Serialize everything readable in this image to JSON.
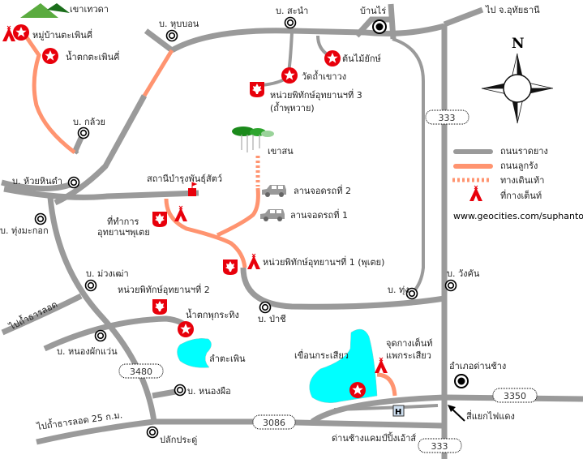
{
  "title": "แผนที่อุทยานแห่งชาติพุเตย",
  "colors": {
    "paved_road": "#9a9a9a",
    "dirt_road": "#ff9470",
    "marker_red": "#e8000b",
    "water": "#00ffff"
  },
  "legend": {
    "paved": "ถนนราดยาง",
    "dirt": "ถนนลูกรัง",
    "trail": "ทางเดินเท้า",
    "camp": "ที่กางเต็นท์"
  },
  "url": "www.geocities.com/suphantown",
  "compass": {
    "north": "N"
  },
  "route_badges": {
    "r333_top": "333",
    "r333_bottom": "333",
    "r3480": "3480",
    "r3086": "3086",
    "r3350": "3350"
  },
  "labels": {
    "khao_thewada": "เขาเทวดา",
    "mu_ban_taphoen": "หมู่บ้านตะเพินคี่",
    "waterfall_taphoen": "น้ำตกตะเพินคี่",
    "ban_hupbon": "บ. หุบบอน",
    "ban_sanam": "บ. สะนำ",
    "ban_rai": "บ้านไร่",
    "to_uthai": "ไป จ.อุทัยธานี",
    "giant_tree": "ต้นไม้ยักษ์",
    "wat_tham_khao_wong": "วัดถ้ำเขาวง",
    "ranger_3": "หน่วยพิทักษ์อุทยานฯที่ 3",
    "ranger_3_sub": "(ถ้ำพุหวาย)",
    "ban_kluai": "บ. กล้วย",
    "khao_son": "เขาสน",
    "ban_huai_hin_dam": "บ. ห้วยหินดำ",
    "breeding_station": "สถานีบำรุงพันธุ์สัตว์",
    "parking_2": "ลานจอดรถที่ 2",
    "parking_1": "ลานจอดรถที่ 1",
    "ban_thung_makok": "บ. ทุ่งมะกอก",
    "hq_1": "ที่ทำการ",
    "hq_2": "อุทยานฯพุเตย",
    "ranger_1": "หน่วยพิทักษ์อุทยานฯที่ 1 (พุเตย)",
    "ban_wang_khan": "บ. วังคัน",
    "ban_muang_mao": "บ. ม่วงเฒ่า",
    "ranger_2": "หน่วยพิทักษ์อุทยานฯที่ 2",
    "ban_thung": "บ. ทุ่ง",
    "to_tham_than_lot": "ไปถ้ำธารลอด",
    "waterfall_phu_krathing": "น้ำตกพุกระทิง",
    "ban_pa_chi": "บ. ป่าชี",
    "ban_nong_phak_waen": "บ. หนองผักแว่น",
    "lam_taphoen": "ลำตะเพิน",
    "krasiao_camp_1": "จุดกางเต็นท์",
    "krasiao_camp_2": "แพกระเสียว",
    "krasiao_dam": "เขื่อนกระเสียว",
    "amphoe_dan_chang": "อำเภอด่านช้าง",
    "ban_nong_phue": "บ. หนองผือ",
    "to_tham_than_lot_25": "ไปถ้ำธารลอด 25 ก.ม.",
    "traffic_light": "สี่แยกไฟแดง",
    "plak_pradu": "ปลักประดู่",
    "dan_chang_camping": "ด่านช้างแคมป์ปิ้งเอ้าส์"
  }
}
